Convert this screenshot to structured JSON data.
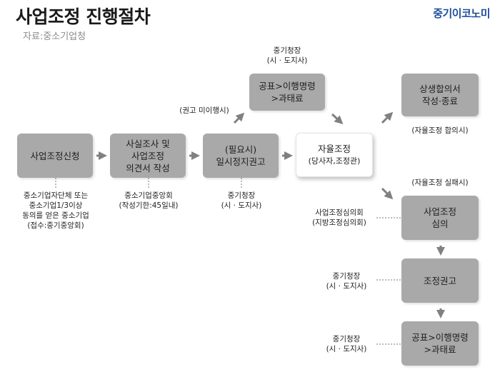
{
  "header": {
    "title": "사업조정 진행절차",
    "source": "자료:중소기업청",
    "brand": "중기이코노미"
  },
  "boxes": {
    "apply": "사업조정신청",
    "survey_line1": "사실조사 및",
    "survey_line2": "사업조정",
    "survey_line3": "의견서 작성",
    "suspend_line1": "(필요시)",
    "suspend_line2": "일시정지권고",
    "voluntary": "자율조정",
    "voluntary_sub": "(당사자,조정관)",
    "announce_top_line1": "공표>이행명령",
    "announce_top_line2": ">과태료",
    "agreement_line1": "상생합의서",
    "agreement_line2": "작성·종료",
    "deliberation_line1": "사업조정",
    "deliberation_line2": "심의",
    "recommend": "조정권고",
    "announce_bottom_line1": "공표>이행명령",
    "announce_bottom_line2": ">과태료"
  },
  "notes": {
    "apply_line1": "중소기업자단체 또는",
    "apply_line2": "중소기업1/3이상",
    "apply_line3": "동의를 얻은 중소기업",
    "apply_line4": "(접수:중기중앙회)",
    "survey_line1": "중소기업중앙회",
    "survey_line2": "(작성기한:45일내)",
    "suspend_line1": "중기청장",
    "suspend_line2": "(시 · 도지사)",
    "top_authority_line1": "중기청장",
    "top_authority_line2": "(시 · 도지사)",
    "non_compliance": "(권고 미이행시)",
    "agreement": "(자율조정 합의시)",
    "failure": "(자율조정 실패시)",
    "committee_line1": "사업조정심의회",
    "committee_line2": "(지방조정심의회)",
    "recommend_authority_line1": "중기청장",
    "recommend_authority_line2": "(시 · 도지사)",
    "bottom_authority_line1": "중기청장",
    "bottom_authority_line2": "(시 · 도지사)"
  },
  "colors": {
    "box": "#a9a9a9",
    "arrow": "#808080",
    "brand": "#1d4f9c"
  }
}
